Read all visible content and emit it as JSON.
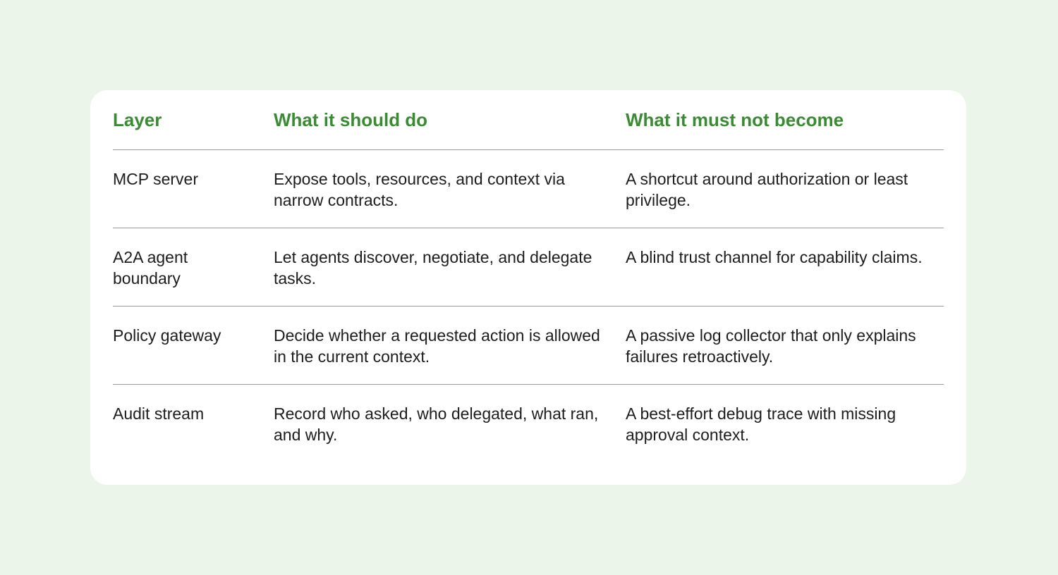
{
  "table": {
    "headers": [
      "Layer",
      "What it should do",
      "What it must not become"
    ],
    "rows": [
      [
        "MCP server",
        "Expose tools, resources, and context via narrow contracts.",
        "A shortcut around authorization or least privilege."
      ],
      [
        "A2A agent boundary",
        "Let agents discover, negotiate, and delegate tasks.",
        "A blind trust channel for capability claims."
      ],
      [
        "Policy gateway",
        "Decide whether a requested action is allowed in the current context.",
        "A passive log collector that only explains failures retroactively."
      ],
      [
        "Audit stream",
        "Record who asked, who delegated, what ran, and why.",
        "A best-effort debug trace with missing approval context."
      ]
    ]
  },
  "colors": {
    "background": "#ebf5ea",
    "card": "#ffffff",
    "header_text": "#3b8a34",
    "body_text": "#1d1d1d",
    "divider": "#9a9a9a"
  }
}
